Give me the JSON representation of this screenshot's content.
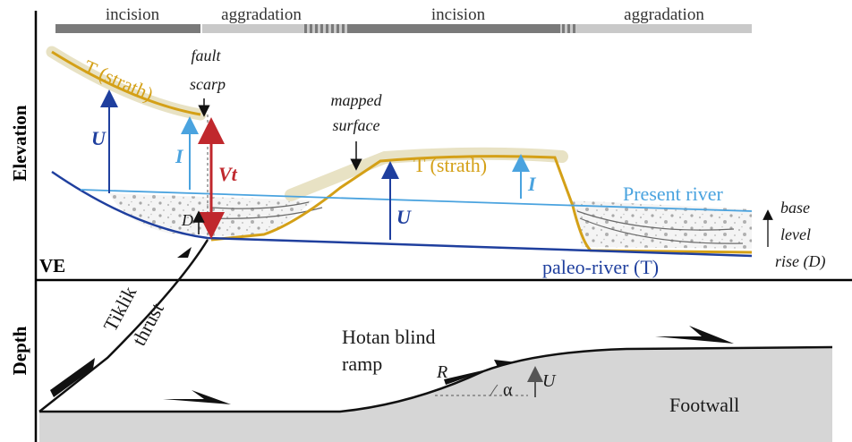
{
  "phases": [
    "incision",
    "aggradation",
    "incision",
    "aggradation"
  ],
  "axes": {
    "elevation": "Elevation",
    "depth": "Depth",
    "ve": "VE"
  },
  "labels": {
    "t_strath_left": "T (strath)",
    "t_strath_right": "T (strath)",
    "fault_scarp_1": "fault",
    "fault_scarp_2": "scarp",
    "mapped_surface_1": "mapped",
    "mapped_surface_2": "surface",
    "u_left": "U",
    "i_left": "I",
    "vt": "Vt",
    "d": "D",
    "u_mid": "U",
    "i_right": "I",
    "present_river": "Present river",
    "paleo_river": "paleo-river (T)",
    "base_level_1": "base",
    "base_level_2": "level",
    "base_level_3": "rise (D)",
    "tiklik_1": "Tiklik",
    "tiklik_2": "thrust",
    "hotan_1": "Hotan blind",
    "hotan_2": "ramp",
    "r": "R",
    "alpha": "α",
    "u_ramp": "U",
    "footwall": "Footwall"
  },
  "colors": {
    "strath": "#d4a017",
    "strath_halo": "#e8e2c4",
    "paleo_river": "#1f3f9e",
    "present_river": "#4aa3df",
    "vt_arrow": "#c0282d",
    "u_arrow": "#1f3f9e",
    "i_arrow": "#4aa3df",
    "footwall": "#d6d6d6",
    "phase_dark": "#7a7a7a",
    "phase_light": "#c9c9c9"
  }
}
